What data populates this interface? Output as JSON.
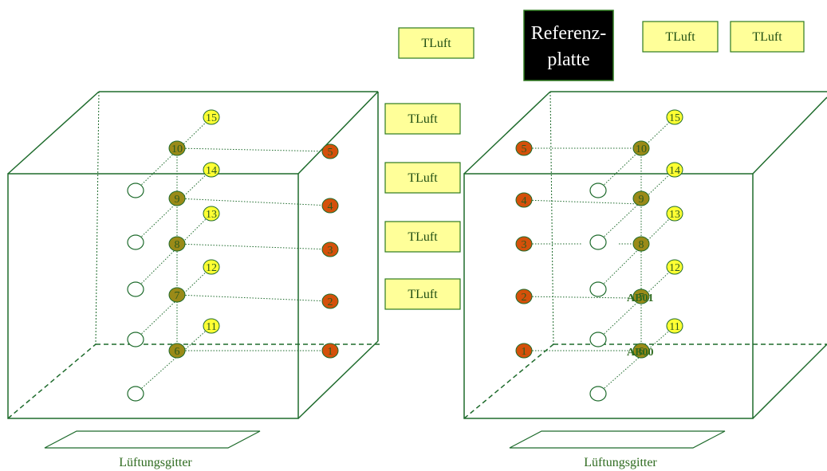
{
  "colors": {
    "box_line": "#1e6b2c",
    "sensor_olive": "#9a8a18",
    "sensor_orange": "#d4500a",
    "sensor_yellow": "#ffff33",
    "sensor_white": "#ffffff",
    "label_bg": "#ffff99",
    "label_border": "#2d7a1e",
    "reference_bg": "#000000",
    "text_green": "#2d6a1e"
  },
  "left_diagram": {
    "vent_label": "Lüftungsgitter",
    "orange_sensors": [
      "5",
      "4",
      "3",
      "2",
      "1"
    ],
    "olive_sensors": [
      "10",
      "9",
      "8",
      "7",
      "6"
    ],
    "yellow_sensors": [
      "15",
      "14",
      "13",
      "12",
      "11"
    ]
  },
  "right_diagram": {
    "vent_label": "Lüftungsgitter",
    "orange_sensors": [
      "5",
      "4",
      "3",
      "2",
      "1"
    ],
    "olive_sensors": [
      "10",
      "9",
      "8",
      "7",
      "6"
    ],
    "yellow_sensors": [
      "15",
      "14",
      "13",
      "12",
      "11"
    ],
    "annotation_top": "AB01",
    "annotation_bottom": "AB00"
  },
  "air_temp_labels": [
    "TLuft",
    "TLuft",
    "TLuft",
    "TLuft",
    "TLuft",
    "TLuft",
    "TLuft"
  ],
  "reference_plate": {
    "line1": "Referenz-",
    "line2": "platte"
  }
}
